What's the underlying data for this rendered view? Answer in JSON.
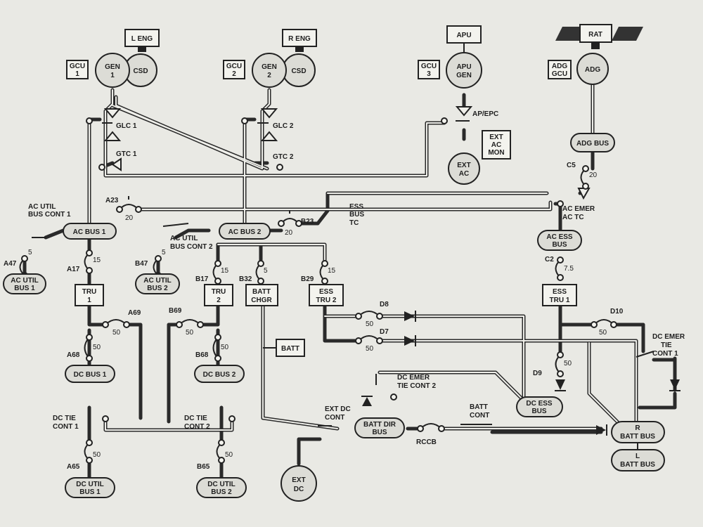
{
  "sources": {
    "l_eng": "L ENG",
    "r_eng": "R ENG",
    "apu": "APU",
    "rat": "RAT",
    "gcu1": [
      "GCU",
      "1"
    ],
    "gcu2": [
      "GCU",
      "2"
    ],
    "gcu3": [
      "GCU",
      "3"
    ],
    "adg_gcu": [
      "ADG",
      "GCU"
    ],
    "gen1": [
      "GEN",
      "1"
    ],
    "gen2": [
      "GEN",
      "2"
    ],
    "csd": "CSD",
    "apu_gen": [
      "APU",
      "GEN"
    ],
    "adg": "ADG",
    "ext_ac_mon": [
      "EXT",
      "AC",
      "MON"
    ],
    "ext_ac": [
      "EXT",
      "AC"
    ],
    "ext_dc": [
      "EXT",
      "DC"
    ]
  },
  "contactors": {
    "glc1": "GLC 1",
    "glc2": "GLC 2",
    "gtc1": "GTC 1",
    "gtc2": "GTC 2",
    "ap_epc": "AP/EPC",
    "c5": "C5",
    "ess_bus_tc": [
      "ESS",
      "BUS",
      "TC"
    ],
    "ac_emer_ac_tc": [
      "AC EMER",
      "AC TC"
    ],
    "ac_util_bus_cont1": [
      "AC UTIL",
      "BUS CONT 1"
    ],
    "ac_util_bus_cont2": [
      "AC UTIL",
      "BUS CONT 2"
    ],
    "dc_emer_tie_cont1": [
      "DC EMER",
      "TIE",
      "CONT 1"
    ],
    "dc_emer_tie_cont2": [
      "DC EMER",
      "TIE CONT 2"
    ],
    "dc_tie_cont1": [
      "DC TIE",
      "CONT 1"
    ],
    "dc_tie_cont2": [
      "DC TIE",
      "CONT 2"
    ],
    "ext_dc_cont": [
      "EXT DC",
      "CONT"
    ],
    "batt_cont": [
      "BATT",
      "CONT"
    ],
    "rccb": "RCCB"
  },
  "breakers": {
    "a23": "A23",
    "a23_val": "20",
    "b23": "B23",
    "b23_val": "20",
    "a47": "A47",
    "a47_val": "5",
    "b47": "B47",
    "b47_val": "5",
    "a17": "A17",
    "a17_val": "15",
    "b17": "B17",
    "b17_val": "15",
    "b32": "B32",
    "b32_val": "5",
    "b29": "B29",
    "b29_val": "15",
    "c5_val": "20",
    "c2": "C2",
    "c2_val": "7.5",
    "a69": "A69",
    "a69_val": "50",
    "b69": "B69",
    "b69_val": "50",
    "a68": "A68",
    "a68_val": "50",
    "b68": "B68",
    "b68_val": "50",
    "d8": "D8",
    "d8_val": "50",
    "d7": "D7",
    "d7_val": "50",
    "d9": "D9",
    "d9_val": "50",
    "d10": "D10",
    "d10_val": "50",
    "a65": "A65",
    "a65_val": "50",
    "b65": "B65",
    "b65_val": "50"
  },
  "buses": {
    "adg_bus": "ADG BUS",
    "ac_bus1": "AC BUS 1",
    "ac_bus2": "AC BUS 2",
    "ac_ess_bus": [
      "AC ESS",
      "BUS"
    ],
    "ac_util_bus1": [
      "AC UTIL",
      "BUS 1"
    ],
    "ac_util_bus2": [
      "AC UTIL",
      "BUS 2"
    ],
    "dc_bus1": "DC BUS 1",
    "dc_bus2": "DC BUS 2",
    "dc_ess_bus": [
      "DC ESS",
      "BUS"
    ],
    "batt_dir_bus": [
      "BATT DIR",
      "BUS"
    ],
    "r_batt_bus": [
      "R",
      "BATT BUS"
    ],
    "l_batt_bus": [
      "L",
      "BATT BUS"
    ],
    "dc_util_bus1": [
      "DC UTIL",
      "BUS 1"
    ],
    "dc_util_bus2": [
      "DC UTIL",
      "BUS 2"
    ]
  },
  "units": {
    "tru1": [
      "TRU",
      "1"
    ],
    "tru2": [
      "TRU",
      "2"
    ],
    "batt_chgr": [
      "BATT",
      "CHGR"
    ],
    "ess_tru2": [
      "ESS",
      "TRU 2"
    ],
    "ess_tru1": [
      "ESS",
      "TRU 1"
    ],
    "batt": "BATT"
  }
}
